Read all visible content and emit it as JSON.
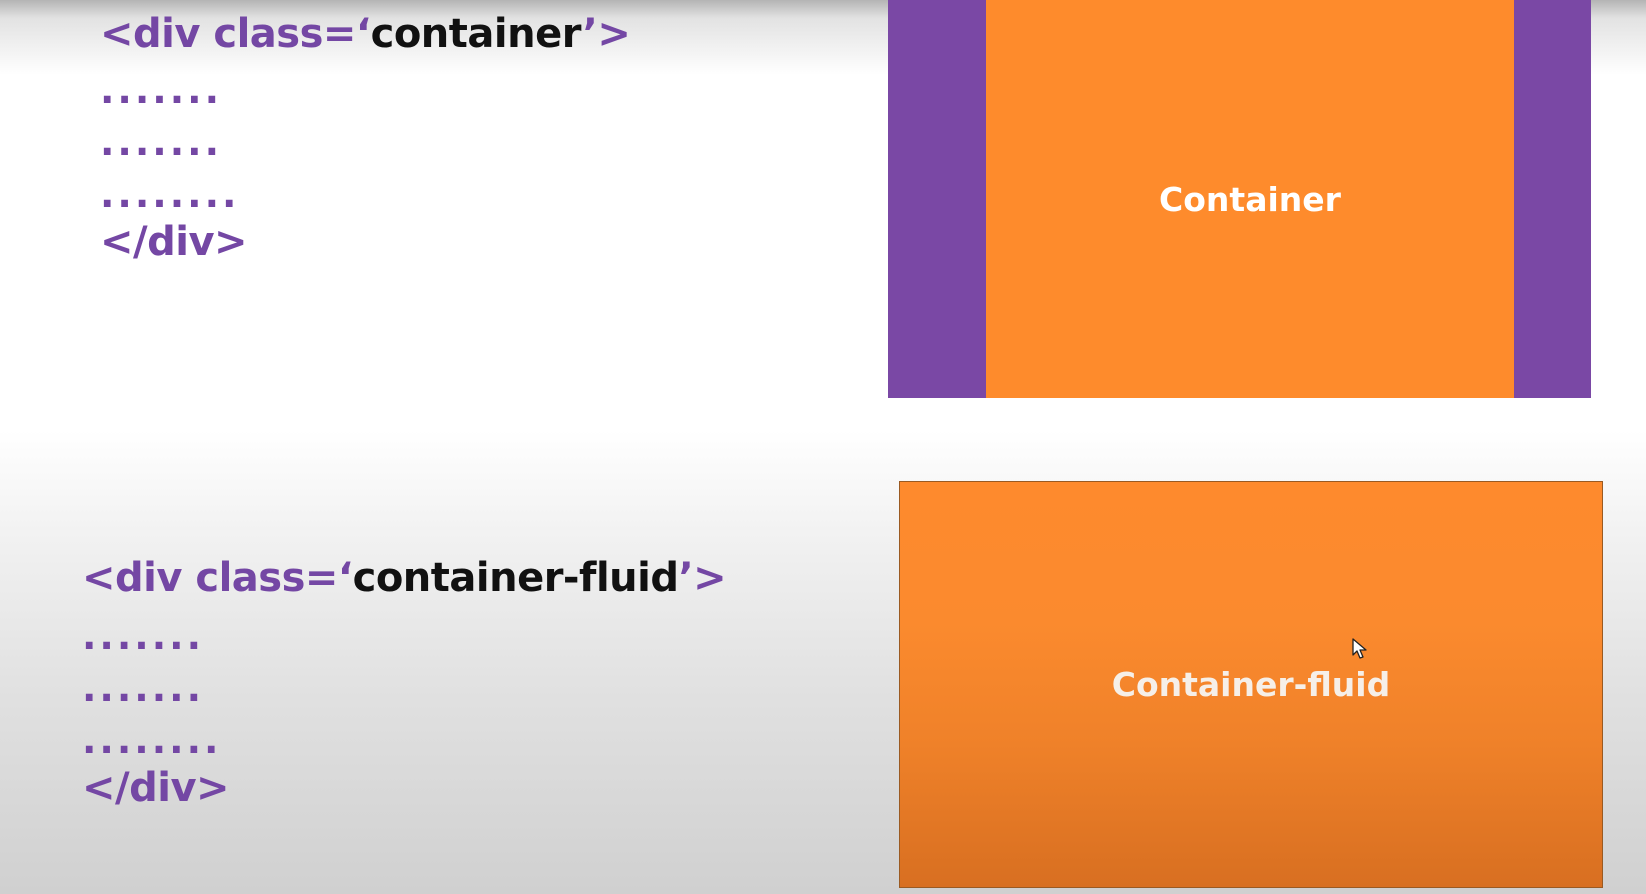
{
  "container_code": {
    "open_tag_prefix": "<div class=‘",
    "class_name": "container",
    "open_tag_suffix": "’>",
    "dots_1": ".......",
    "dots_2": ".......",
    "dots_3": "........",
    "close_tag": "</div>"
  },
  "container_fluid_code": {
    "open_tag_prefix": "<div class=‘",
    "class_name": "container-fluid",
    "open_tag_suffix": "’>",
    "dots_1": ".......",
    "dots_2": ".......",
    "dots_3": "........",
    "close_tag": "</div>"
  },
  "container_box": {
    "label": "Container"
  },
  "container_fluid_box": {
    "label": "Container-fluid"
  },
  "colors": {
    "purple": "#7a48a5",
    "orange": "#fe8b2c",
    "label_white": "#ffffff",
    "class_black": "#111111"
  },
  "icons": {
    "cursor": "mouse-pointer-icon"
  }
}
